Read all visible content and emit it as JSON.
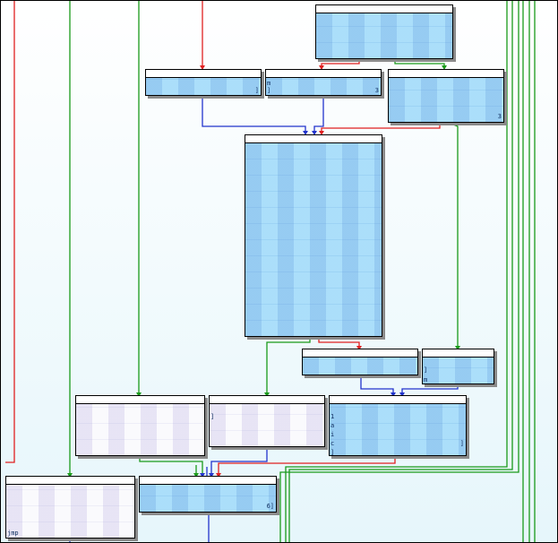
{
  "graph": {
    "nodes": [
      {
        "id": "n1",
        "style": "blue",
        "left_glyphs": [],
        "right_glyph": ""
      },
      {
        "id": "n2",
        "style": "blue",
        "left_glyphs": [],
        "right_glyph": "]"
      },
      {
        "id": "n3",
        "style": "blue",
        "left_glyphs": [
          "m",
          "]"
        ],
        "right_glyph": "3"
      },
      {
        "id": "n4",
        "style": "blue",
        "left_glyphs": [],
        "right_glyph": "3"
      },
      {
        "id": "n5",
        "style": "blue",
        "left_glyphs": [],
        "right_glyph": ""
      },
      {
        "id": "n6",
        "style": "blue",
        "left_glyphs": [],
        "right_glyph": ""
      },
      {
        "id": "n7",
        "style": "blue",
        "left_glyphs": [
          "]",
          "m"
        ],
        "right_glyph": ""
      },
      {
        "id": "n8",
        "style": "white",
        "left_glyphs": [],
        "right_glyph": ""
      },
      {
        "id": "n9",
        "style": "white",
        "left_glyphs": [
          "]"
        ],
        "right_glyph": ""
      },
      {
        "id": "n10",
        "style": "blue",
        "left_glyphs": [
          "1",
          "a",
          "i",
          "c",
          "]"
        ],
        "right_glyph": "]"
      },
      {
        "id": "n11",
        "style": "white",
        "left_glyphs": [
          "jmp"
        ],
        "right_glyph": ""
      },
      {
        "id": "n12",
        "style": "blue",
        "left_glyphs": [],
        "right_glyph": "6]"
      }
    ],
    "edge_colors": {
      "true_branch": "#1a9a1a",
      "false_branch": "#e02020",
      "unconditional": "#2233cc"
    }
  }
}
